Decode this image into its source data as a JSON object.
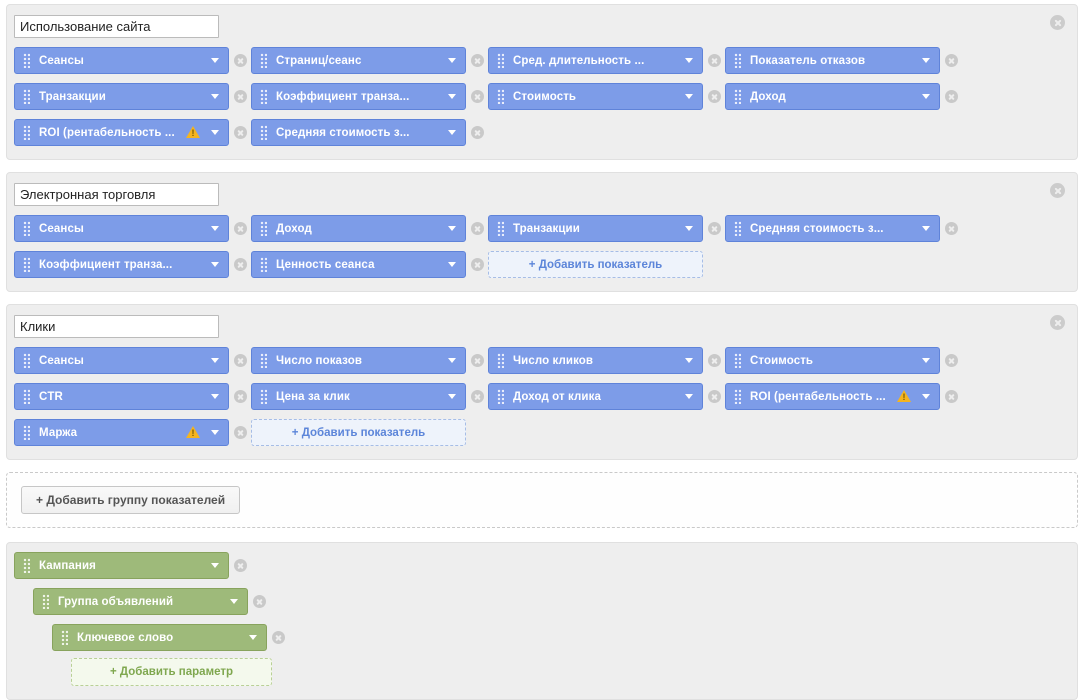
{
  "colors": {
    "metric_chip_bg": "#7d9ce8",
    "metric_chip_border": "#5f83d9",
    "dimension_chip_bg": "#9eba7a",
    "dimension_chip_border": "#88a35d",
    "panel_bg": "#eeeeee",
    "warning_icon": "#f5b41f",
    "add_metric_text": "#5c85d9",
    "add_dimension_text": "#7fa74f"
  },
  "metric_groups": [
    {
      "name": "Использование сайта",
      "metrics": [
        {
          "label": "Сеансы",
          "warning": false
        },
        {
          "label": "Страниц/сеанс",
          "warning": false
        },
        {
          "label": "Сред. длительность ...",
          "warning": false
        },
        {
          "label": "Показатель отказов",
          "warning": false
        },
        {
          "label": "Транзакции",
          "warning": false
        },
        {
          "label": "Коэффициент транза...",
          "warning": false
        },
        {
          "label": "Стоимость",
          "warning": false
        },
        {
          "label": "Доход",
          "warning": false
        },
        {
          "label": "ROI (рентабельность ...",
          "warning": true
        },
        {
          "label": "Средняя стоимость з...",
          "warning": false
        }
      ],
      "add_metric_label": null
    },
    {
      "name": "Электронная торговля",
      "metrics": [
        {
          "label": "Сеансы",
          "warning": false
        },
        {
          "label": "Доход",
          "warning": false
        },
        {
          "label": "Транзакции",
          "warning": false
        },
        {
          "label": "Средняя стоимость з...",
          "warning": false
        },
        {
          "label": "Коэффициент транза...",
          "warning": false
        },
        {
          "label": "Ценность сеанса",
          "warning": false
        }
      ],
      "add_metric_label": "+ Добавить показатель"
    },
    {
      "name": "Клики",
      "metrics": [
        {
          "label": "Сеансы",
          "warning": false
        },
        {
          "label": "Число показов",
          "warning": false
        },
        {
          "label": "Число кликов",
          "warning": false
        },
        {
          "label": "Стоимость",
          "warning": false
        },
        {
          "label": "CTR",
          "warning": false
        },
        {
          "label": "Цена за клик",
          "warning": false
        },
        {
          "label": "Доход от клика",
          "warning": false
        },
        {
          "label": "ROI (рентабельность ...",
          "warning": true
        },
        {
          "label": "Маржа",
          "warning": true
        }
      ],
      "add_metric_label": "+ Добавить показатель"
    }
  ],
  "add_group": {
    "label": "+ Добавить группу показателей"
  },
  "dimensions": {
    "chips": [
      {
        "label": "Кампания"
      },
      {
        "label": "Группа объявлений"
      },
      {
        "label": "Ключевое слово"
      }
    ],
    "add_label": "+ Добавить параметр"
  }
}
